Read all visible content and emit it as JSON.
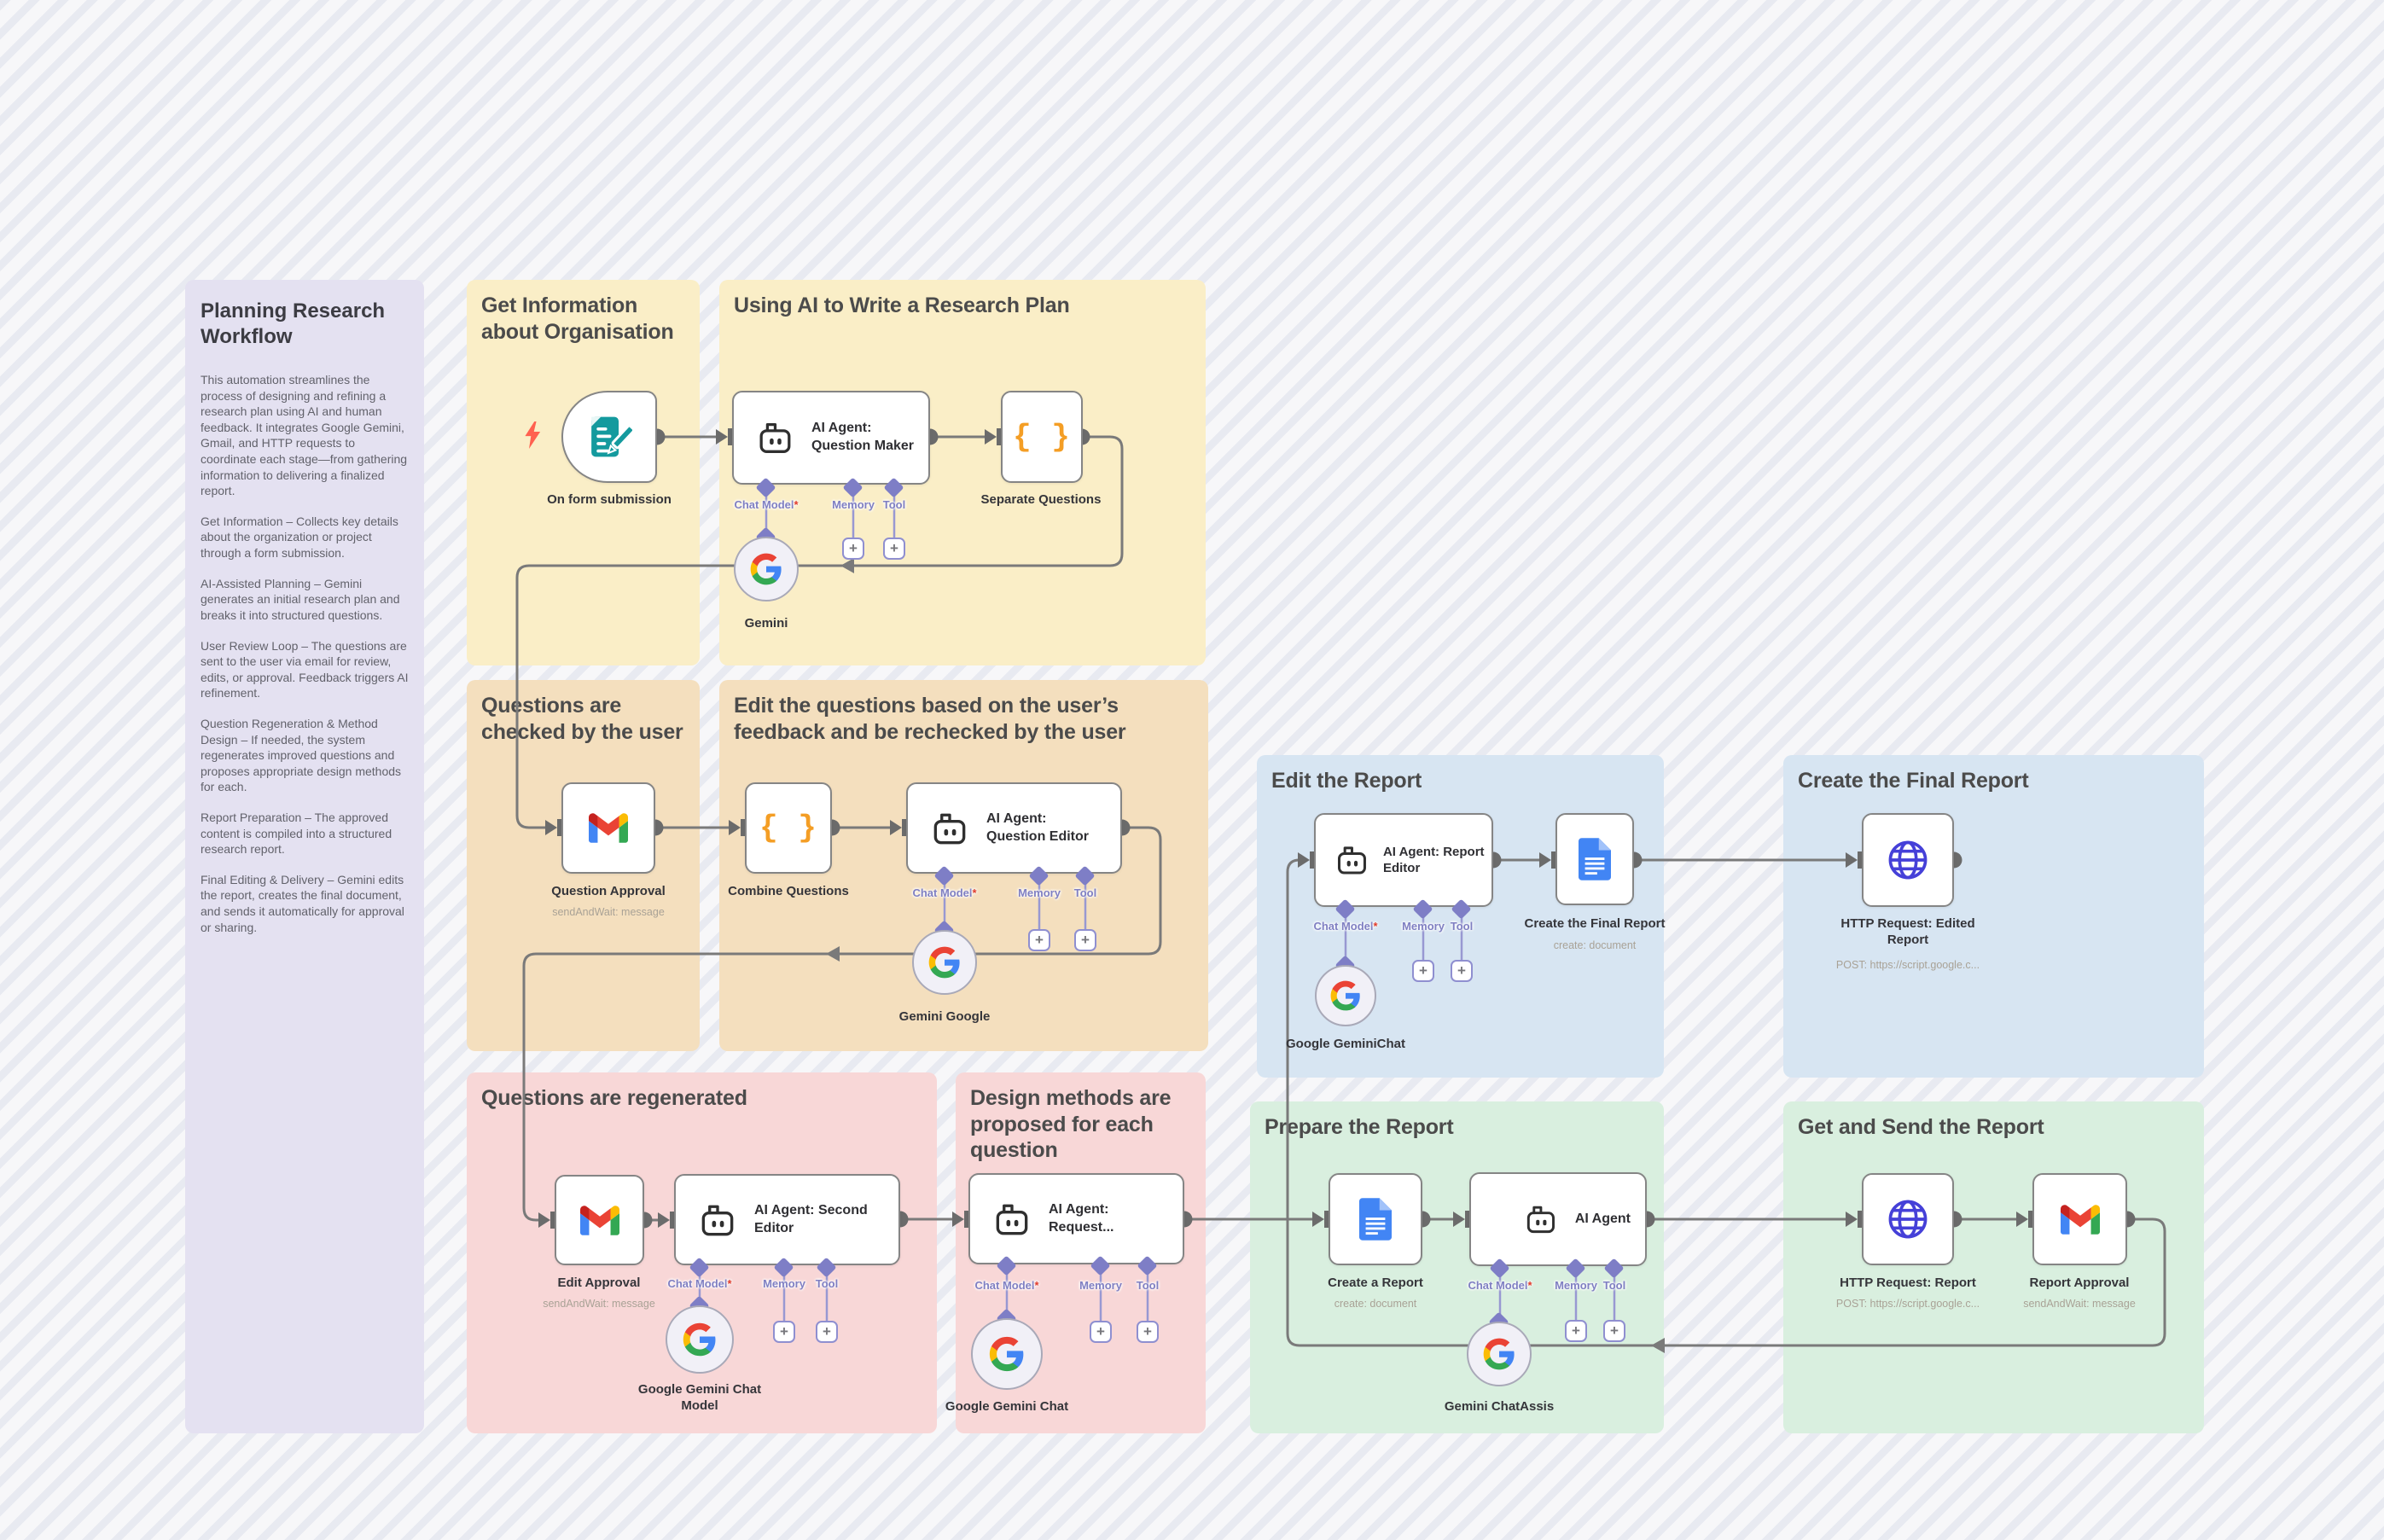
{
  "app": {
    "name": "workflow canvas"
  },
  "colors": {
    "canvas": "#f7f7f9",
    "stripe": "#d3d8e6",
    "sticky_yellow": "#faeec7",
    "sticky_tan": "#f4dfbe",
    "sticky_red": "#f8d7d7",
    "sticky_blue": "#d7e5f2",
    "sticky_green": "#d9efdf",
    "sticky_purple": "#e4e1f1",
    "wire": "#7a7a7a",
    "port": "#7e7ec6",
    "braces_icon": "#f49e25",
    "form_icon": "#149a9e",
    "globe_icon": "#4540d8",
    "docs_icon": "#4285f4",
    "lightning": "#ff6150"
  },
  "panel": {
    "title": "Planning Research Workflow",
    "paragraphs": [
      "This automation streamlines the process of designing and refining a research plan using AI and human feedback. It integrates Google Gemini, Gmail, and HTTP requests to coordinate each stage—from gathering information to delivering a finalized report.",
      "Get Information – Collects key details about the organization or project through a form submission.",
      "AI-Assisted Planning – Gemini generates an initial research plan and breaks it into structured questions.",
      "User Review Loop – The questions are sent to the user via email for review, edits, or approval. Feedback triggers AI refinement.",
      "Question Regeneration & Method Design – If needed, the system regenerates improved questions and proposes appropriate design methods for each.",
      "Report Preparation – The approved content is compiled into a structured research report.",
      "Final Editing & Delivery – Gemini edits the report, creates the final document, and sends it automatically for approval or sharing."
    ]
  },
  "sections": [
    {
      "id": "get-info",
      "title": "Get Information about Organisation"
    },
    {
      "id": "write-plan",
      "title": "Using AI to Write a Research Plan"
    },
    {
      "id": "questions-checked",
      "title": "Questions are checked by the user"
    },
    {
      "id": "edit-questions",
      "title": "Edit the questions based on the user’s feedback and be rechecked by the user"
    },
    {
      "id": "questions-regenerated",
      "title": "Questions are regenerated"
    },
    {
      "id": "design-methods",
      "title": "Design methods are proposed for each question"
    },
    {
      "id": "edit-report",
      "title": "Edit the Report"
    },
    {
      "id": "create-final-report",
      "title": "Create the Final Report"
    },
    {
      "id": "prepare-report",
      "title": "Prepare the Report"
    },
    {
      "id": "get-send-report",
      "title": "Get and Send the Report"
    }
  ],
  "nodes": {
    "on_form": {
      "label": "On form submission"
    },
    "question_maker": {
      "label": "AI Agent: Question Maker"
    },
    "separate_questions": {
      "label": "Separate Questions"
    },
    "gemini": {
      "label": "Gemini"
    },
    "question_approval": {
      "label": "Question Approval",
      "sub": "sendAndWait: message"
    },
    "combine_questions": {
      "label": "Combine Questions"
    },
    "question_editor": {
      "label": "AI Agent: Question Editor"
    },
    "gemini_google": {
      "label": "Gemini Google"
    },
    "edit_approval": {
      "label": "Edit Approval",
      "sub": "sendAndWait: message"
    },
    "second_editor": {
      "label": "AI Agent: Second Editor"
    },
    "gemini_chat_model": {
      "label": "Google Gemini Chat Model"
    },
    "request_agent": {
      "label": "AI Agent: Request..."
    },
    "gemini_chat": {
      "label": "Google Gemini Chat"
    },
    "report_editor": {
      "label": "AI Agent: Report Editor"
    },
    "gemini_chat2": {
      "label": "Google GeminiChat"
    },
    "create_final": {
      "label": "Create the Final Report",
      "sub": "create: document"
    },
    "http_edited": {
      "label": "HTTP Request: Edited Report",
      "sub": "POST: https://script.google.c..."
    },
    "create_report": {
      "label": "Create a Report",
      "sub": "create: document"
    },
    "ai_agent": {
      "label": "AI Agent"
    },
    "gemini_chatassis": {
      "label": "Gemini ChatAssis"
    },
    "http_report": {
      "label": "HTTP Request: Report",
      "sub": "POST: https://script.google.c..."
    },
    "report_approval": {
      "label": "Report Approval",
      "sub": "sendAndWait: message"
    }
  },
  "ports": {
    "chat_model": "Chat Model",
    "required": "*",
    "memory": "Memory",
    "tool": "Tool",
    "add": "+"
  },
  "icons": {
    "braces": "{ }"
  }
}
